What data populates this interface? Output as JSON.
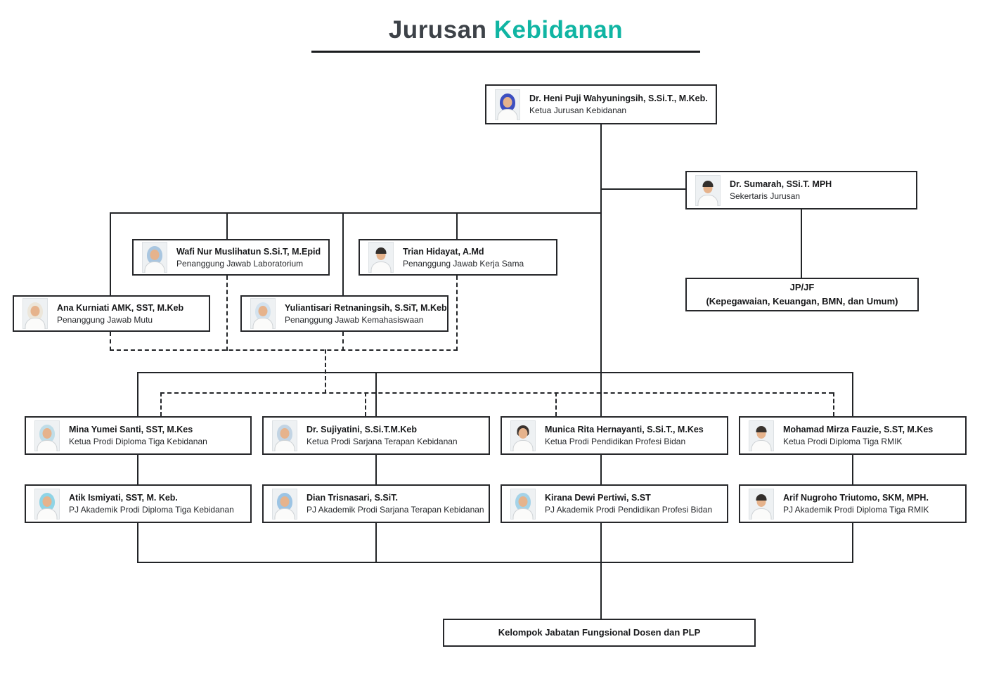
{
  "title": {
    "part1": "Jurusan",
    "part2": "Kebidanan",
    "part1_color": "#3d4248",
    "accent_color": "#10b5a3",
    "line_color": "#222427"
  },
  "nodes": {
    "ketua_jurusan": {
      "name": "Dr. Heni Puji Wahyuningsih, S.Si.T., M.Keb.",
      "role": "Ketua Jurusan Kebidanan",
      "avatar": {
        "type": "hijab",
        "color": "#3d4fc0"
      }
    },
    "sekertaris": {
      "name": "Dr. Sumarah, SSi.T. MPH",
      "role": "Sekertaris Jurusan",
      "avatar": {
        "type": "man",
        "color": "#332f2c"
      }
    },
    "jpjf": {
      "line1": "JP/JF",
      "line2": "(Kepegawaian, Keuangan, BMN, dan Umum)"
    },
    "pj_laboratorium": {
      "name": "Wafi Nur Muslihatun S.Si.T, M.Epid",
      "role": "Penanggung Jawab Laboratorium",
      "avatar": {
        "type": "hijab",
        "color": "#a9c6e0"
      }
    },
    "pj_kerjasama": {
      "name": "Trian Hidayat, A.Md",
      "role": "Penanggung Jawab Kerja Sama",
      "avatar": {
        "type": "man",
        "color": "#332f2c"
      }
    },
    "pj_mutu": {
      "name": "Ana Kurniati AMK, SST, M.Keb",
      "role": "Penanggung Jawab Mutu",
      "avatar": {
        "type": "hijab",
        "color": "#ece6da"
      }
    },
    "pj_kemahasiswaan": {
      "name": "Yuliantisari Retnaningsih, S.SiT, M.Keb",
      "role": "Penanggung Jawab Kemahasiswaan",
      "avatar": {
        "type": "hijab",
        "color": "#d3e2ee"
      }
    },
    "kaprodi_d3_kebidanan": {
      "name": "Mina Yumei Santi, SST, M.Kes",
      "role": "Ketua Prodi Diploma Tiga Kebidanan",
      "avatar": {
        "type": "hijab",
        "color": "#bfdde8"
      }
    },
    "kaprodi_sarjana_terapan": {
      "name": "Dr. Sujiyatini, S.Si.T.M.Keb",
      "role": "Ketua Prodi Sarjana Terapan Kebidanan",
      "avatar": {
        "type": "hijab",
        "color": "#c2d4e4"
      }
    },
    "kaprodi_profesi_bidan": {
      "name": "Munica Rita Hernayanti, S.Si.T., M.Kes",
      "role": "Ketua Prodi Pendidikan Profesi Bidan",
      "avatar": {
        "type": "woman",
        "color": "#3a332e"
      }
    },
    "kaprodi_d3_rmik": {
      "name": "Mohamad Mirza Fauzie, S.ST, M.Kes",
      "role": "Ketua Prodi Diploma Tiga RMIK",
      "avatar": {
        "type": "man",
        "color": "#3a342e"
      }
    },
    "pj_akademik_d3_kebidanan": {
      "name": "Atik Ismiyati, SST, M. Keb.",
      "role": "PJ Akademik Prodi Diploma Tiga Kebidanan",
      "avatar": {
        "type": "hijab",
        "color": "#8fd4e6"
      }
    },
    "pj_akademik_sarjana_terapan": {
      "name": "Dian Trisnasari, S.SiT.",
      "role": "PJ Akademik Prodi Sarjana Terapan Kebidanan",
      "avatar": {
        "type": "hijab",
        "color": "#9cc4e4"
      }
    },
    "pj_akademik_profesi_bidan": {
      "name": "Kirana Dewi Pertiwi, S.ST",
      "role": "PJ Akademik Prodi Pendidikan Profesi Bidan",
      "avatar": {
        "type": "hijab",
        "color": "#a5d3e8"
      }
    },
    "pj_akademik_d3_rmik": {
      "name": "Arif Nugroho Triutomo, SKM, MPH.",
      "role": "PJ Akademik Prodi Diploma Tiga RMIK",
      "avatar": {
        "type": "man",
        "color": "#332f2c"
      }
    },
    "kelompok_jf": {
      "label": "Kelompok Jabatan Fungsional Dosen dan PLP"
    }
  }
}
